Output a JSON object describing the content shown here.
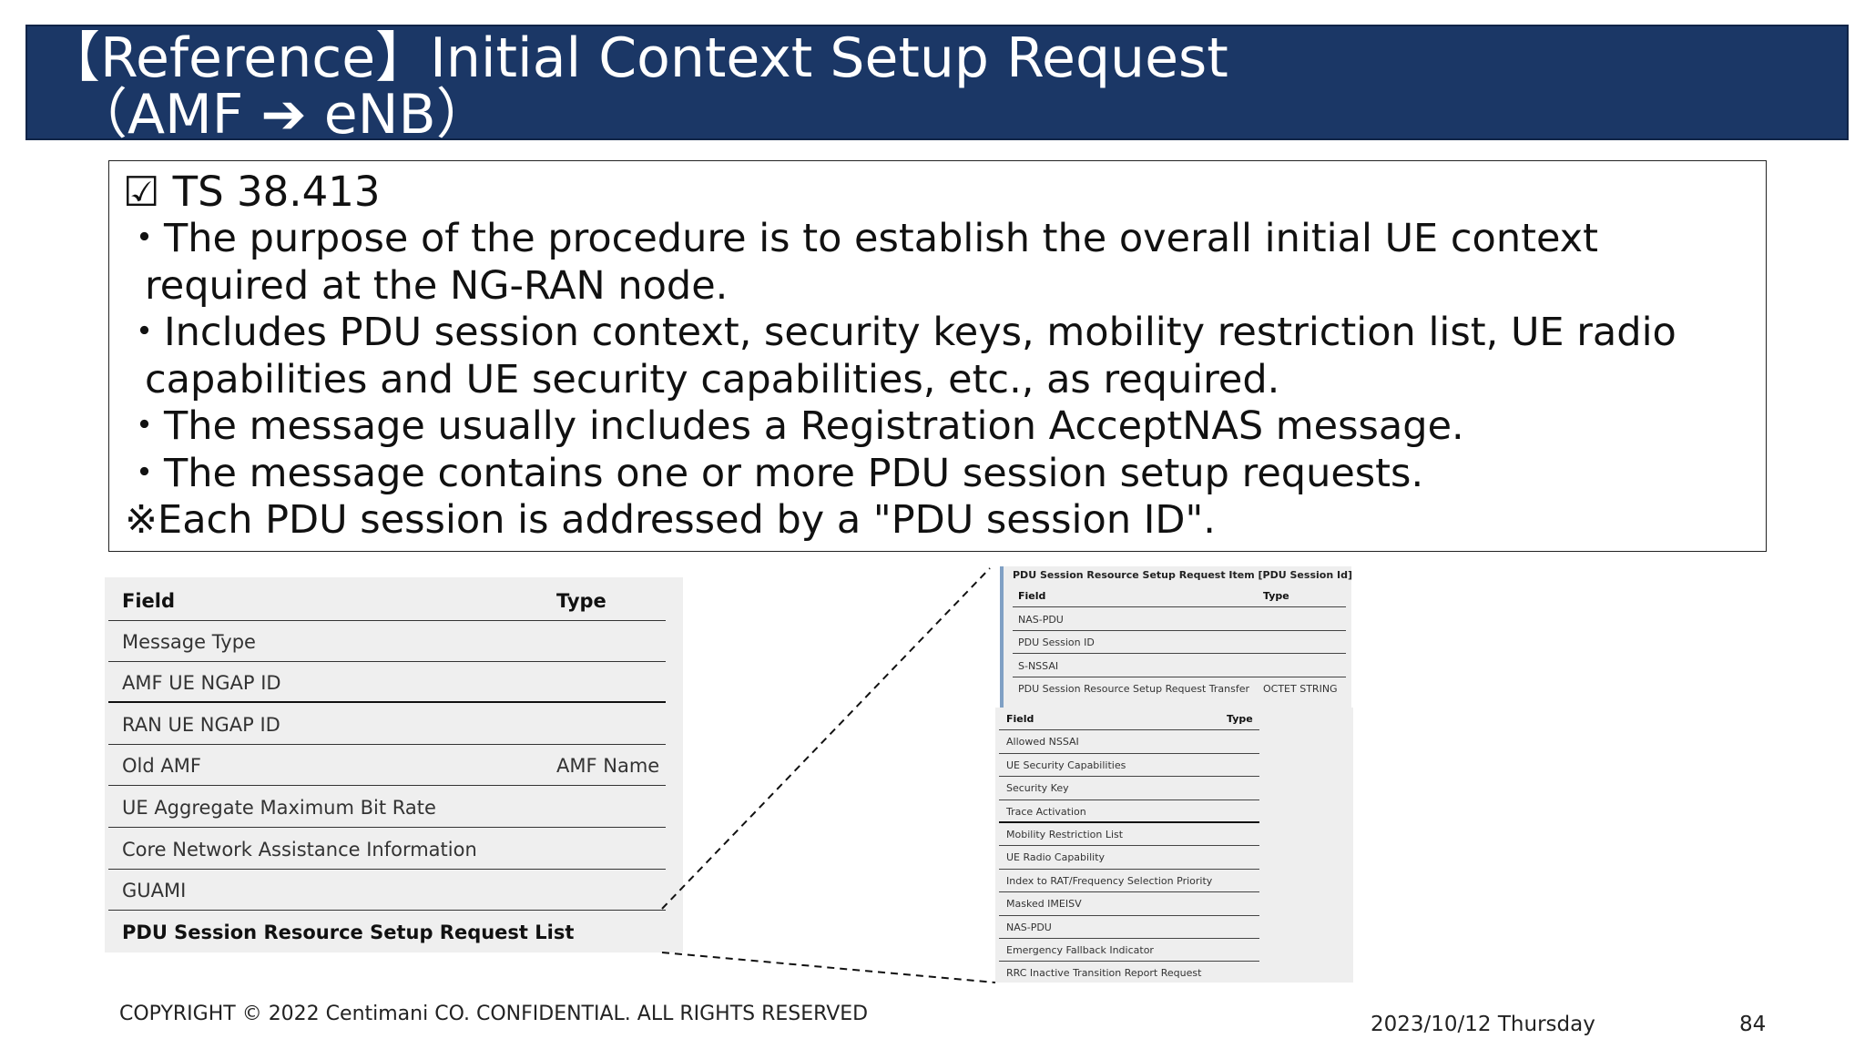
{
  "title": {
    "line1": "【Reference】Initial Context Setup Request",
    "line2": "（AMF ➔ eNB）"
  },
  "info": {
    "heading": "☑  TS 38.413",
    "bullets": [
      "・The purpose of the procedure is to establish the overall initial UE context required at the NG-RAN node.",
      "・Includes PDU session context, security keys, mobility restriction list, UE radio capabilities and UE security capabilities, etc., as required.",
      "・The message usually includes a Registration AcceptNAS message.",
      "・The message contains one or more PDU session setup requests."
    ],
    "note": "※Each PDU session is addressed by a \"PDU session ID\"."
  },
  "left_table": {
    "header": {
      "field": "Field",
      "type": "Type"
    },
    "rows": [
      {
        "field": "Message Type",
        "type": ""
      },
      {
        "field": "AMF UE NGAP ID",
        "type": ""
      },
      {
        "field": "RAN UE NGAP ID",
        "type": ""
      },
      {
        "field": "Old AMF",
        "type": "AMF Name"
      },
      {
        "field": "UE Aggregate Maximum Bit Rate",
        "type": ""
      },
      {
        "field": "Core Network Assistance Information",
        "type": ""
      },
      {
        "field": "GUAMI",
        "type": ""
      },
      {
        "field": "PDU Session Resource Setup Request List",
        "type": ""
      }
    ]
  },
  "pdu_item": {
    "title": "PDU Session Resource Setup Request Item [PDU Session Id]",
    "header": {
      "field": "Field",
      "type": "Type"
    },
    "rows": [
      {
        "field": "NAS-PDU",
        "type": ""
      },
      {
        "field": "PDU Session ID",
        "type": ""
      },
      {
        "field": "S-NSSAI",
        "type": ""
      },
      {
        "field": "PDU Session Resource Setup Request Transfer",
        "type": "OCTET STRING"
      }
    ]
  },
  "right_table": {
    "header": {
      "field": "Field",
      "type": "Type"
    },
    "rows": [
      {
        "field": "Allowed NSSAI"
      },
      {
        "field": "UE Security Capabilities"
      },
      {
        "field": "Security Key"
      },
      {
        "field": "Trace Activation"
      },
      {
        "field": "Mobility Restriction List"
      },
      {
        "field": "UE Radio Capability"
      },
      {
        "field": "Index to RAT/Frequency Selection Priority"
      },
      {
        "field": "Masked IMEISV"
      },
      {
        "field": "NAS-PDU"
      },
      {
        "field": "Emergency Fallback Indicator"
      },
      {
        "field": "RRC Inactive Transition Report Request"
      }
    ]
  },
  "footer": {
    "copyright": "COPYRIGHT © 2022 Centimani CO. CONFIDENTIAL. ALL RIGHTS RESERVED",
    "date": "2023/10/12 Thursday",
    "page": "84"
  }
}
